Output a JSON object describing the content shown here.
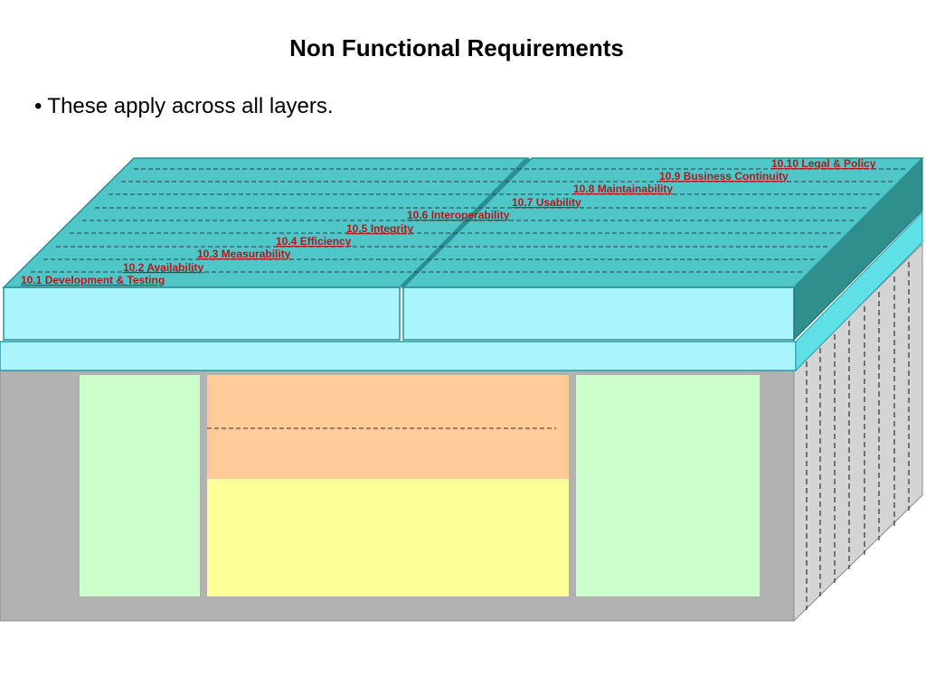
{
  "slide": {
    "title": "Non Functional Requirements",
    "bullet": "These apply across all layers."
  },
  "requirements": [
    {
      "id": "10.1",
      "label": "10.1 Development & Testing"
    },
    {
      "id": "10.2",
      "label": "10.2 Availability"
    },
    {
      "id": "10.3",
      "label": "10.3 Measurability"
    },
    {
      "id": "10.4",
      "label": "10.4 Efficiency"
    },
    {
      "id": "10.5",
      "label": "10.5 Integrity"
    },
    {
      "id": "10.6",
      "label": "10.6 Interoperability"
    },
    {
      "id": "10.7",
      "label": "10.7 Usability"
    },
    {
      "id": "10.8",
      "label": "10.8 Maintainability"
    },
    {
      "id": "10.9",
      "label": "10.9 Business Continuity"
    },
    {
      "id": "10.10",
      "label": "10.10 Legal & Policy"
    }
  ],
  "colors": {
    "top_surface": "#4fc6c8",
    "side_dark": "#2e8f8c",
    "cyan_band": "#a9f5fb",
    "label_text": "#b0191e",
    "base_gray": "#b2b2b2",
    "side_gray": "#d4d4d4",
    "green_block": "#ccffcc",
    "orange_block": "#ffcc99",
    "yellow_block": "#ffff99"
  }
}
